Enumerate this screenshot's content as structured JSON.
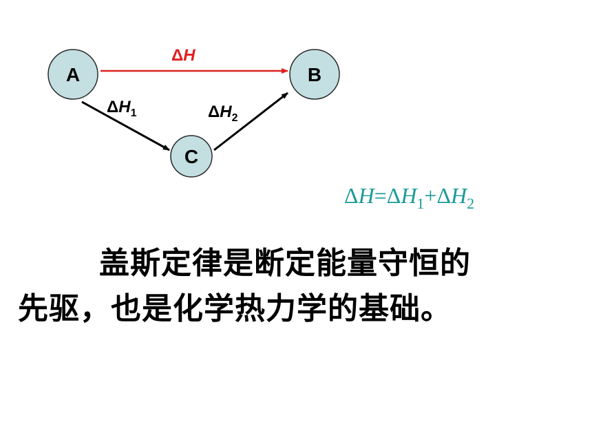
{
  "diagram": {
    "nodes": {
      "a": "A",
      "b": "B",
      "c": "C"
    },
    "edges": {
      "ab": {
        "delta": "Δ",
        "symbol": "H",
        "subscript": ""
      },
      "ac": {
        "delta": "Δ",
        "symbol": "H",
        "subscript": "1"
      },
      "cb": {
        "delta": "Δ",
        "symbol": "H",
        "subscript": "2"
      }
    },
    "colors": {
      "node_fill": "#c3dfe2",
      "node_stroke": "#2a2a2a",
      "direct_edge": "#e02020",
      "path_edge": "#000000",
      "equation": "#1a9a96"
    }
  },
  "equation": {
    "delta1": "Δ",
    "h": "H",
    "eq": "=",
    "delta2": "Δ",
    "h1": "H",
    "sub1": "1",
    "plus": "+",
    "delta3": "Δ",
    "h2": "H",
    "sub2": "2"
  },
  "text": {
    "line1": "盖斯定律是断定能量守恒的",
    "line2": "先驱，也是化学热力学的基础。"
  }
}
